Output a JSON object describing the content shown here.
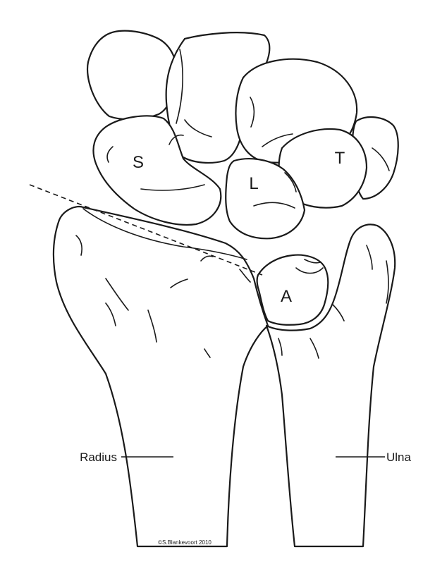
{
  "labels": {
    "scaphoid": "S",
    "lunate": "L",
    "triquetrum": "T",
    "apex": "A",
    "radius": "Radius",
    "ulna": "Ulna"
  },
  "credit": "©S.Blankevoort 2010",
  "colors": {
    "line": "#1a1a1a",
    "background": "#ffffff"
  }
}
